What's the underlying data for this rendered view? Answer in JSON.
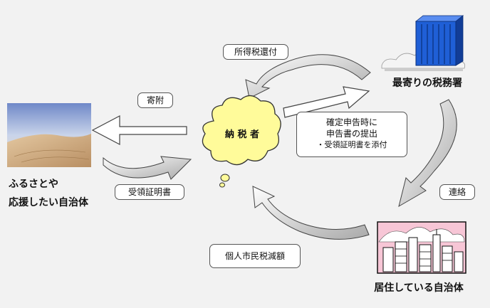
{
  "labels": {
    "refund": "所得税還付",
    "donation": "寄附",
    "receipt": "受領証明書",
    "contact": "連絡",
    "residence_tax": "個人市民税減額",
    "filing_line1": "確定申告時に",
    "filing_line2": "申告書の提出",
    "filing_line3": "・受領証明書を添付",
    "taxpayer": "納 税 者",
    "tax_office": "最寄りの税務署",
    "furusato_line1": "ふるさとや",
    "furusato_line2": "応援したい自治体",
    "residence_city": "居住している自治体"
  },
  "colors": {
    "cloud_fill": "#fffb9a",
    "arrow_fill": "#ffffff",
    "arrow_shade": "#bdbdbd",
    "building_blue": "#1f5fd6",
    "city_sky": "#f7c6d6"
  },
  "icons": {
    "tax_office": "office-building-icon",
    "residence_city": "city-skyline-icon",
    "furusato": "desert-dune-photo"
  }
}
